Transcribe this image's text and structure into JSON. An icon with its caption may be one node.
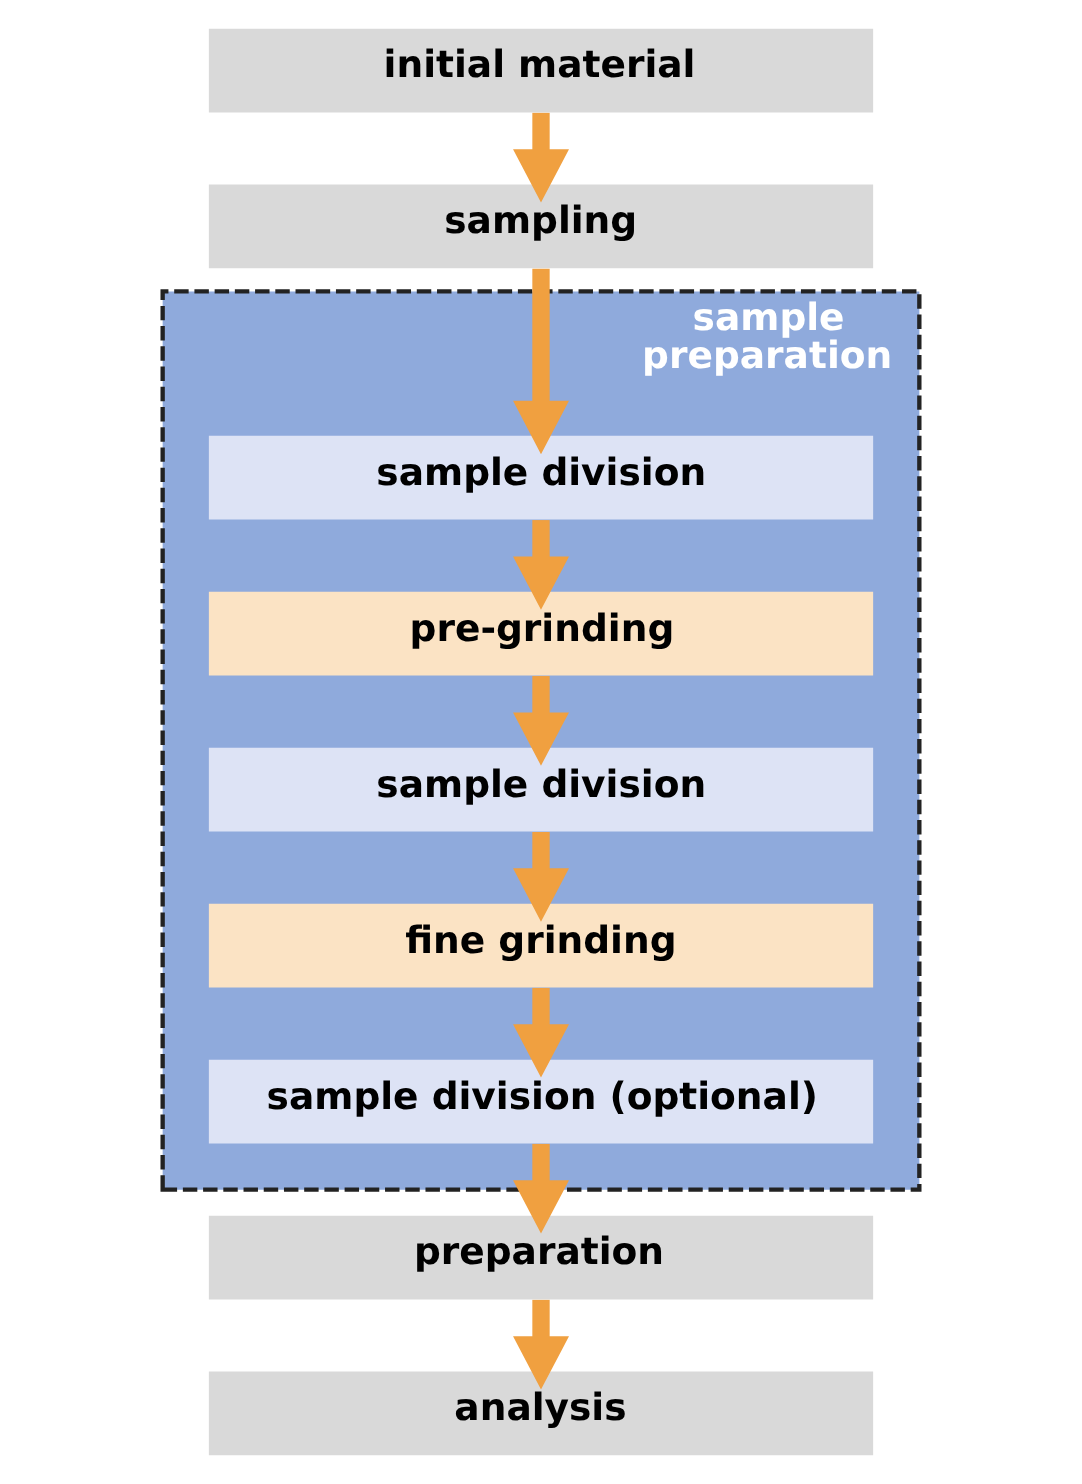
{
  "diagram": {
    "nodes": [
      {
        "text": [
          "initial material"
        ]
      },
      {
        "text": [
          "sampling"
        ]
      },
      {
        "text": [
          "sample preparation"
        ]
      },
      {
        "text": [
          "sample division"
        ],
        "in": 2
      },
      {
        "text": [
          "pre-grinding"
        ],
        "in": 2
      },
      {
        "text": [
          "sample division"
        ],
        "in": 2
      },
      {
        "text": [
          "fine grinding"
        ],
        "in": 2
      },
      {
        "text": [
          "sample division (optional)"
        ],
        "in": 2
      },
      {
        "text": [
          "preparation"
        ]
      },
      {
        "text": [
          "analysis"
        ]
      }
    ],
    "edges": [
      {
        "from": 0,
        "to": 1,
        "arrow": "to"
      },
      {
        "from": 1,
        "to": 3,
        "arrow": "to"
      },
      {
        "from": 3,
        "to": 4,
        "arrow": "to"
      },
      {
        "from": 4,
        "to": 5,
        "arrow": "to"
      },
      {
        "from": 5,
        "to": 6,
        "arrow": "to"
      },
      {
        "from": 6,
        "to": 7,
        "arrow": "to"
      },
      {
        "from": 7,
        "to": 8,
        "arrow": "to"
      },
      {
        "from": 8,
        "to": 9,
        "arrow": "to"
      }
    ]
  }
}
